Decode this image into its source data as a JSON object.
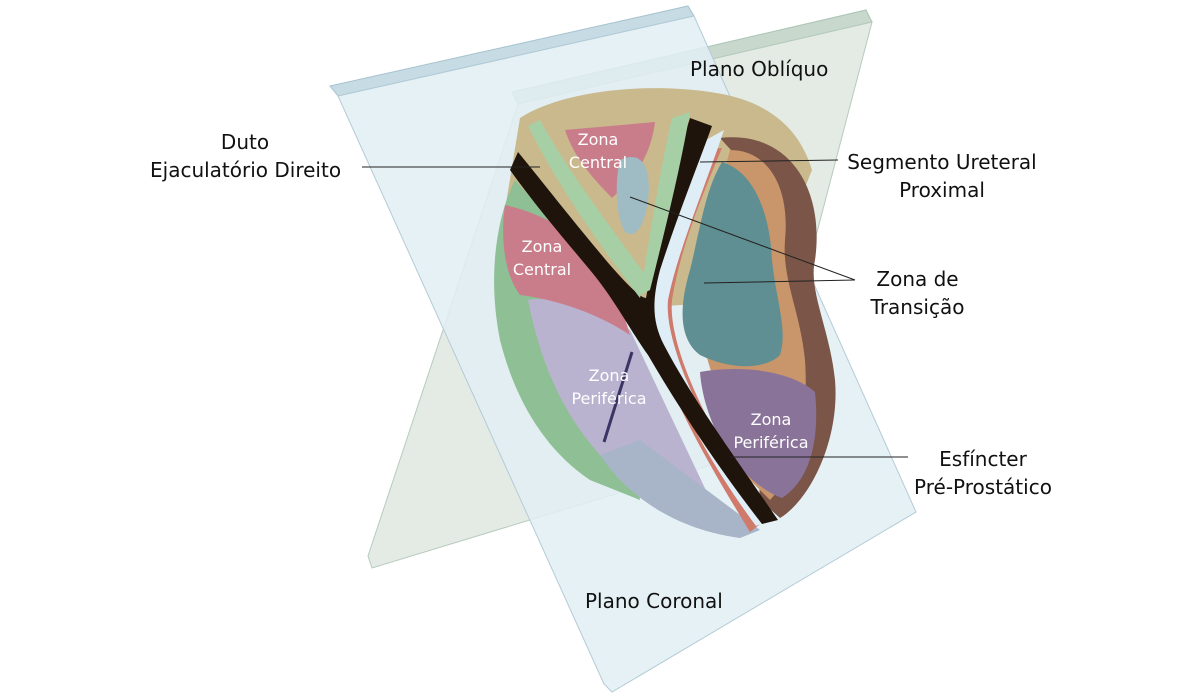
{
  "labels": {
    "plano_obliquo": "Plano Oblíquo",
    "plano_coronal": "Plano Coronal",
    "duto": {
      "line1": "Duto",
      "line2": "Ejaculatório Direito"
    },
    "segmento": {
      "line1": "Segmento Ureteral",
      "line2": "Proximal"
    },
    "transicao": {
      "line1": "Zona de",
      "line2": "Transição"
    },
    "esfincter": {
      "line1": "Esfíncter",
      "line2": "Pré-Prostático"
    }
  },
  "zones": {
    "central_top": {
      "line1": "Zona",
      "line2": "Central"
    },
    "central_left": {
      "line1": "Zona",
      "line2": "Central"
    },
    "periferica_left": {
      "line1": "Zona",
      "line2": "Periférica"
    },
    "periferica_right": {
      "line1": "Zona",
      "line2": "Periférica"
    }
  },
  "colors": {
    "plane_oblique": "#dfe8e0",
    "plane_coronal": "#e2eef4",
    "central_zone": "#c97c8a",
    "transition_zone": "#5f8f92",
    "peripheral_zone": "#b9b3cf",
    "peripheral_zone_right": "#8a7399",
    "urethra": "#1f140c",
    "sphincter": "#d07a6c",
    "capsule_brown": "#7a5548",
    "fibromuscular": "#c9b98c",
    "green_band": "#8fbf94"
  }
}
